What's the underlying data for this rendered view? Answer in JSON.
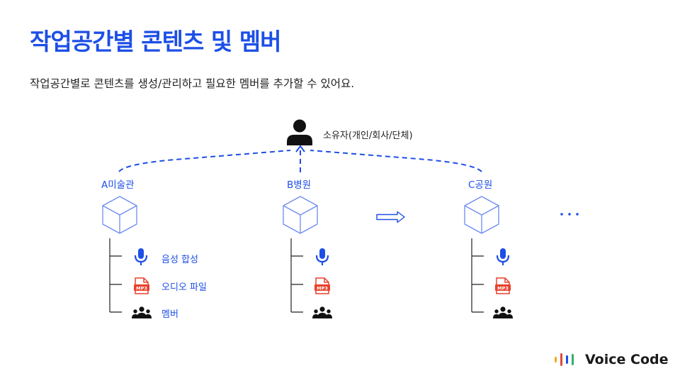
{
  "header": {
    "title": "작업공간별 콘텐츠 및 멤버",
    "subtitle": "작업공간별로 콘텐츠를 생성/관리하고 필요한 멤버를 추가할 수 있어요."
  },
  "owner": {
    "label": "소유자(개인/회사/단체)",
    "icon": "person-icon"
  },
  "workspaces": [
    {
      "label": "A미술관"
    },
    {
      "label": "B병원"
    },
    {
      "label": "C공원"
    }
  ],
  "items": [
    {
      "icon": "microphone-icon",
      "label": "음성 합성"
    },
    {
      "icon": "mp3-file-icon",
      "label": "오디오 파일",
      "badge": "MP3"
    },
    {
      "icon": "members-icon",
      "label": "멤버"
    }
  ],
  "more": "...",
  "logo": {
    "text": "Voice Code"
  },
  "colors": {
    "accent": "#1d4fe6",
    "mp3": "#e8412c",
    "logo_bars": [
      "#f2a81d",
      "#e0483a",
      "#1d4fe6",
      "#33b06a"
    ]
  }
}
